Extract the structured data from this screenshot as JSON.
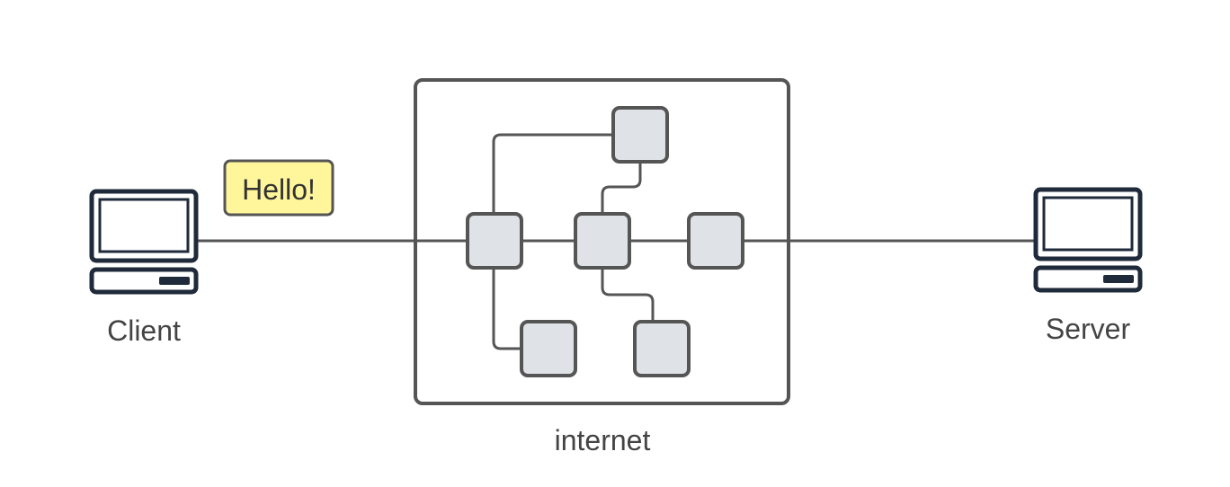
{
  "diagram": {
    "client": {
      "label": "Client",
      "icon": "computer-icon"
    },
    "server": {
      "label": "Server",
      "icon": "computer-icon"
    },
    "message": {
      "text": "Hello!"
    },
    "network": {
      "label": "internet",
      "node_count": 6
    }
  },
  "colors": {
    "stroke": "#555555",
    "device": "#1f2a3a",
    "node_fill": "#dfe2e6",
    "bubble_fill": "#fff59b",
    "label": "#444444",
    "background": "#ffffff"
  }
}
